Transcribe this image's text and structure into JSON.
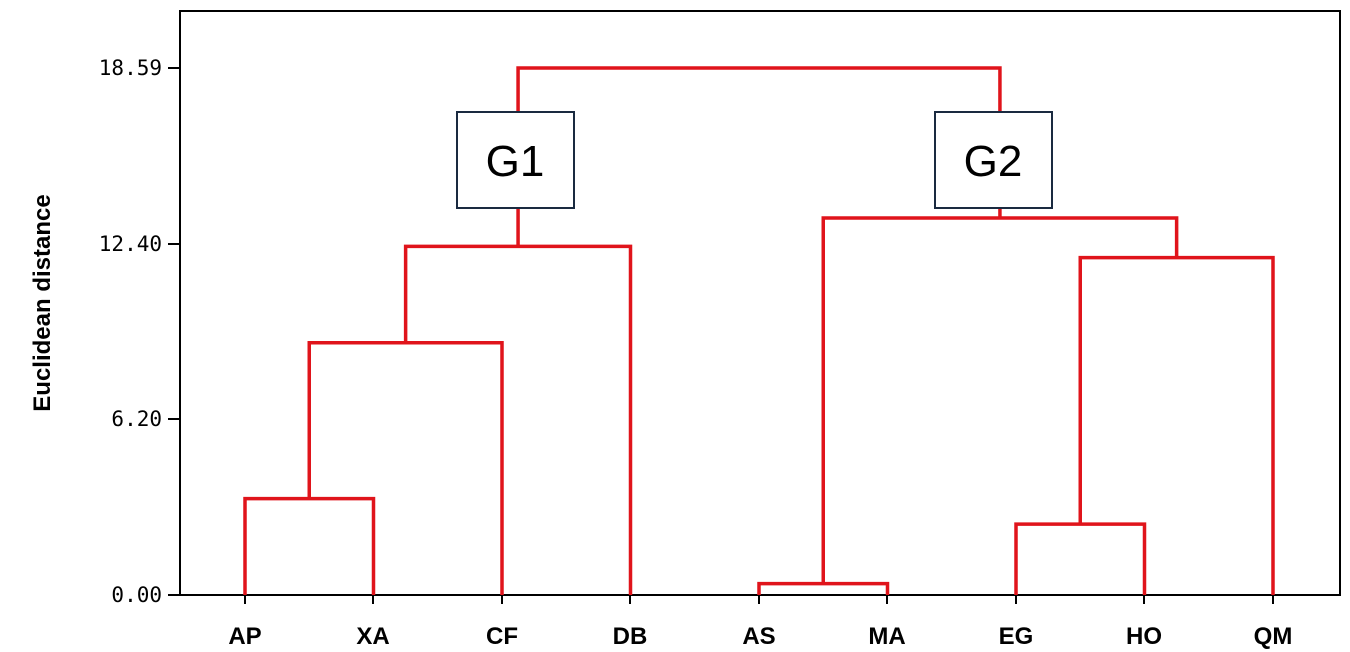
{
  "chart_data": {
    "type": "dendrogram",
    "ylabel": "Euclidean distance",
    "ylim": [
      0,
      18.59
    ],
    "yticks": [
      "0.00",
      "6.20",
      "12.40",
      "18.59"
    ],
    "leaves": [
      "AP",
      "XA",
      "CF",
      "DB",
      "AS",
      "MA",
      "EG",
      "HO",
      "QM"
    ],
    "merges": [
      {
        "left": "AP",
        "right": "XA",
        "height": 3.4
      },
      {
        "left": "AS",
        "right": "MA",
        "height": 0.4
      },
      {
        "left": "EG",
        "right": "HO",
        "height": 2.5
      },
      {
        "left": "AP+XA",
        "right": "CF",
        "height": 8.9
      },
      {
        "left": "EG+HO",
        "right": "QM",
        "height": 11.9
      },
      {
        "left": "AP+XA+CF",
        "right": "DB",
        "height": 12.3
      },
      {
        "left": "AS+MA",
        "right": "EG+HO+QM",
        "height": 13.3
      },
      {
        "left": "G1",
        "right": "G2",
        "height": 18.59
      }
    ],
    "group_labels": [
      "G1",
      "G2"
    ]
  }
}
